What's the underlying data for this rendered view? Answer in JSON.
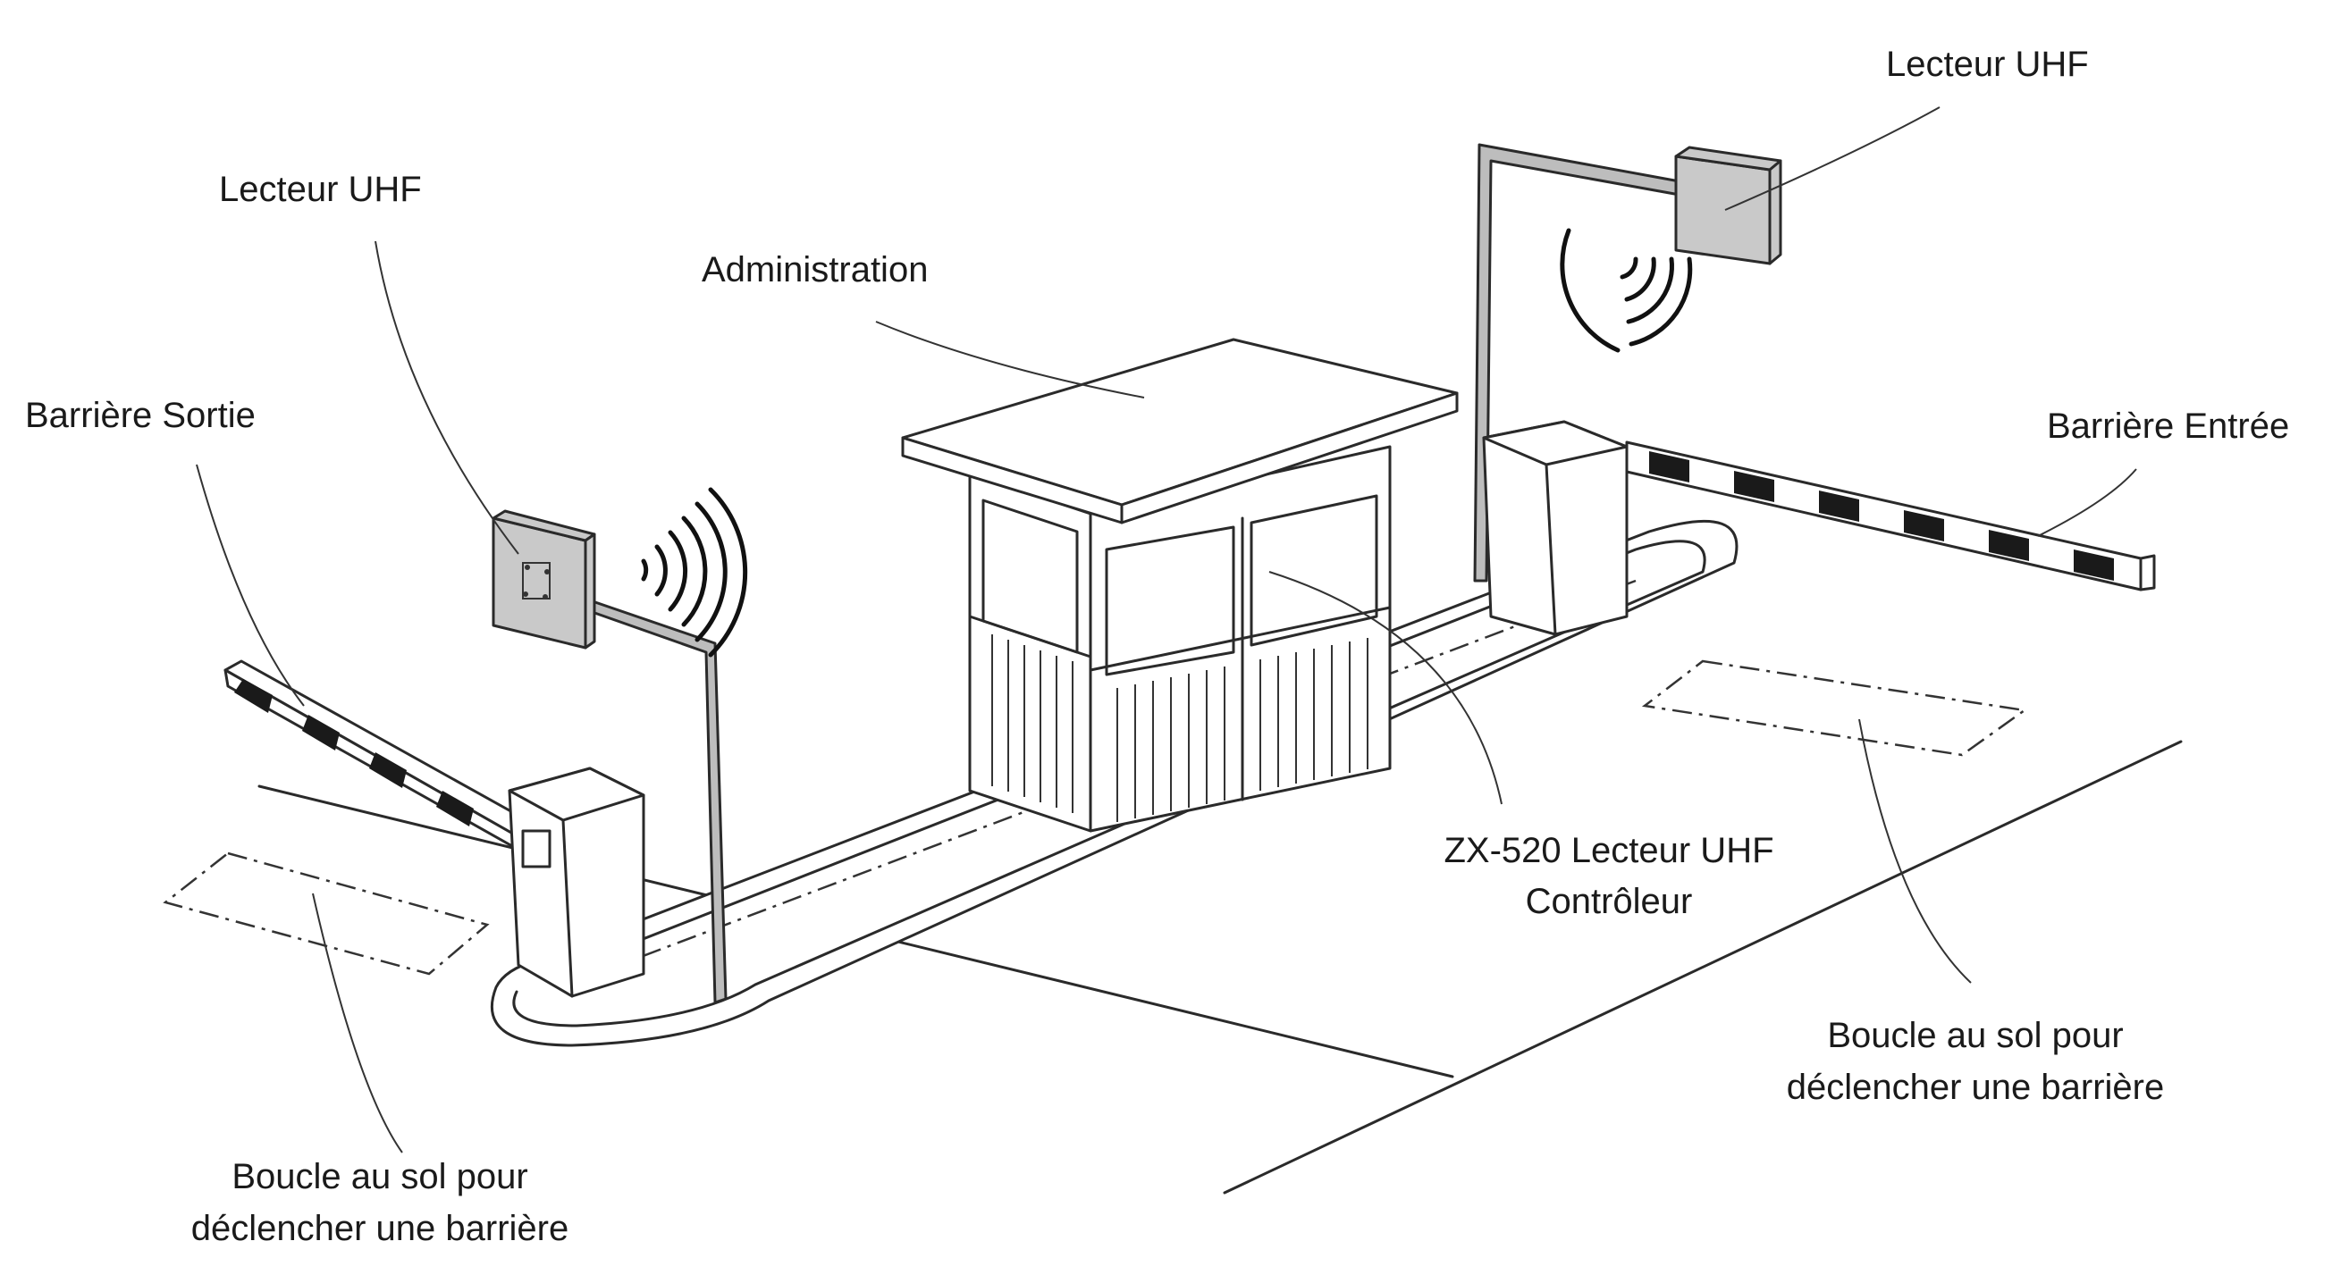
{
  "labels": {
    "uhf_reader_left": "Lecteur UHF",
    "uhf_reader_right": "Lecteur UHF",
    "administration": "Administration",
    "exit_barrier": "Barrière Sortie",
    "entry_barrier": "Barrière Entrée",
    "controller_line1": "ZX-520 Lecteur UHF",
    "controller_line2": "Contrôleur",
    "loop_left_line1": "Boucle au sol pour",
    "loop_left_line2": "déclencher une barrière",
    "loop_right_line1": "Boucle au sol pour",
    "loop_right_line2": "déclencher une barrière"
  },
  "colors": {
    "line": "#2a2a2a",
    "reader_grey": "#c9c9c9",
    "stripe": "#1a1a1a",
    "background": "#ffffff"
  }
}
